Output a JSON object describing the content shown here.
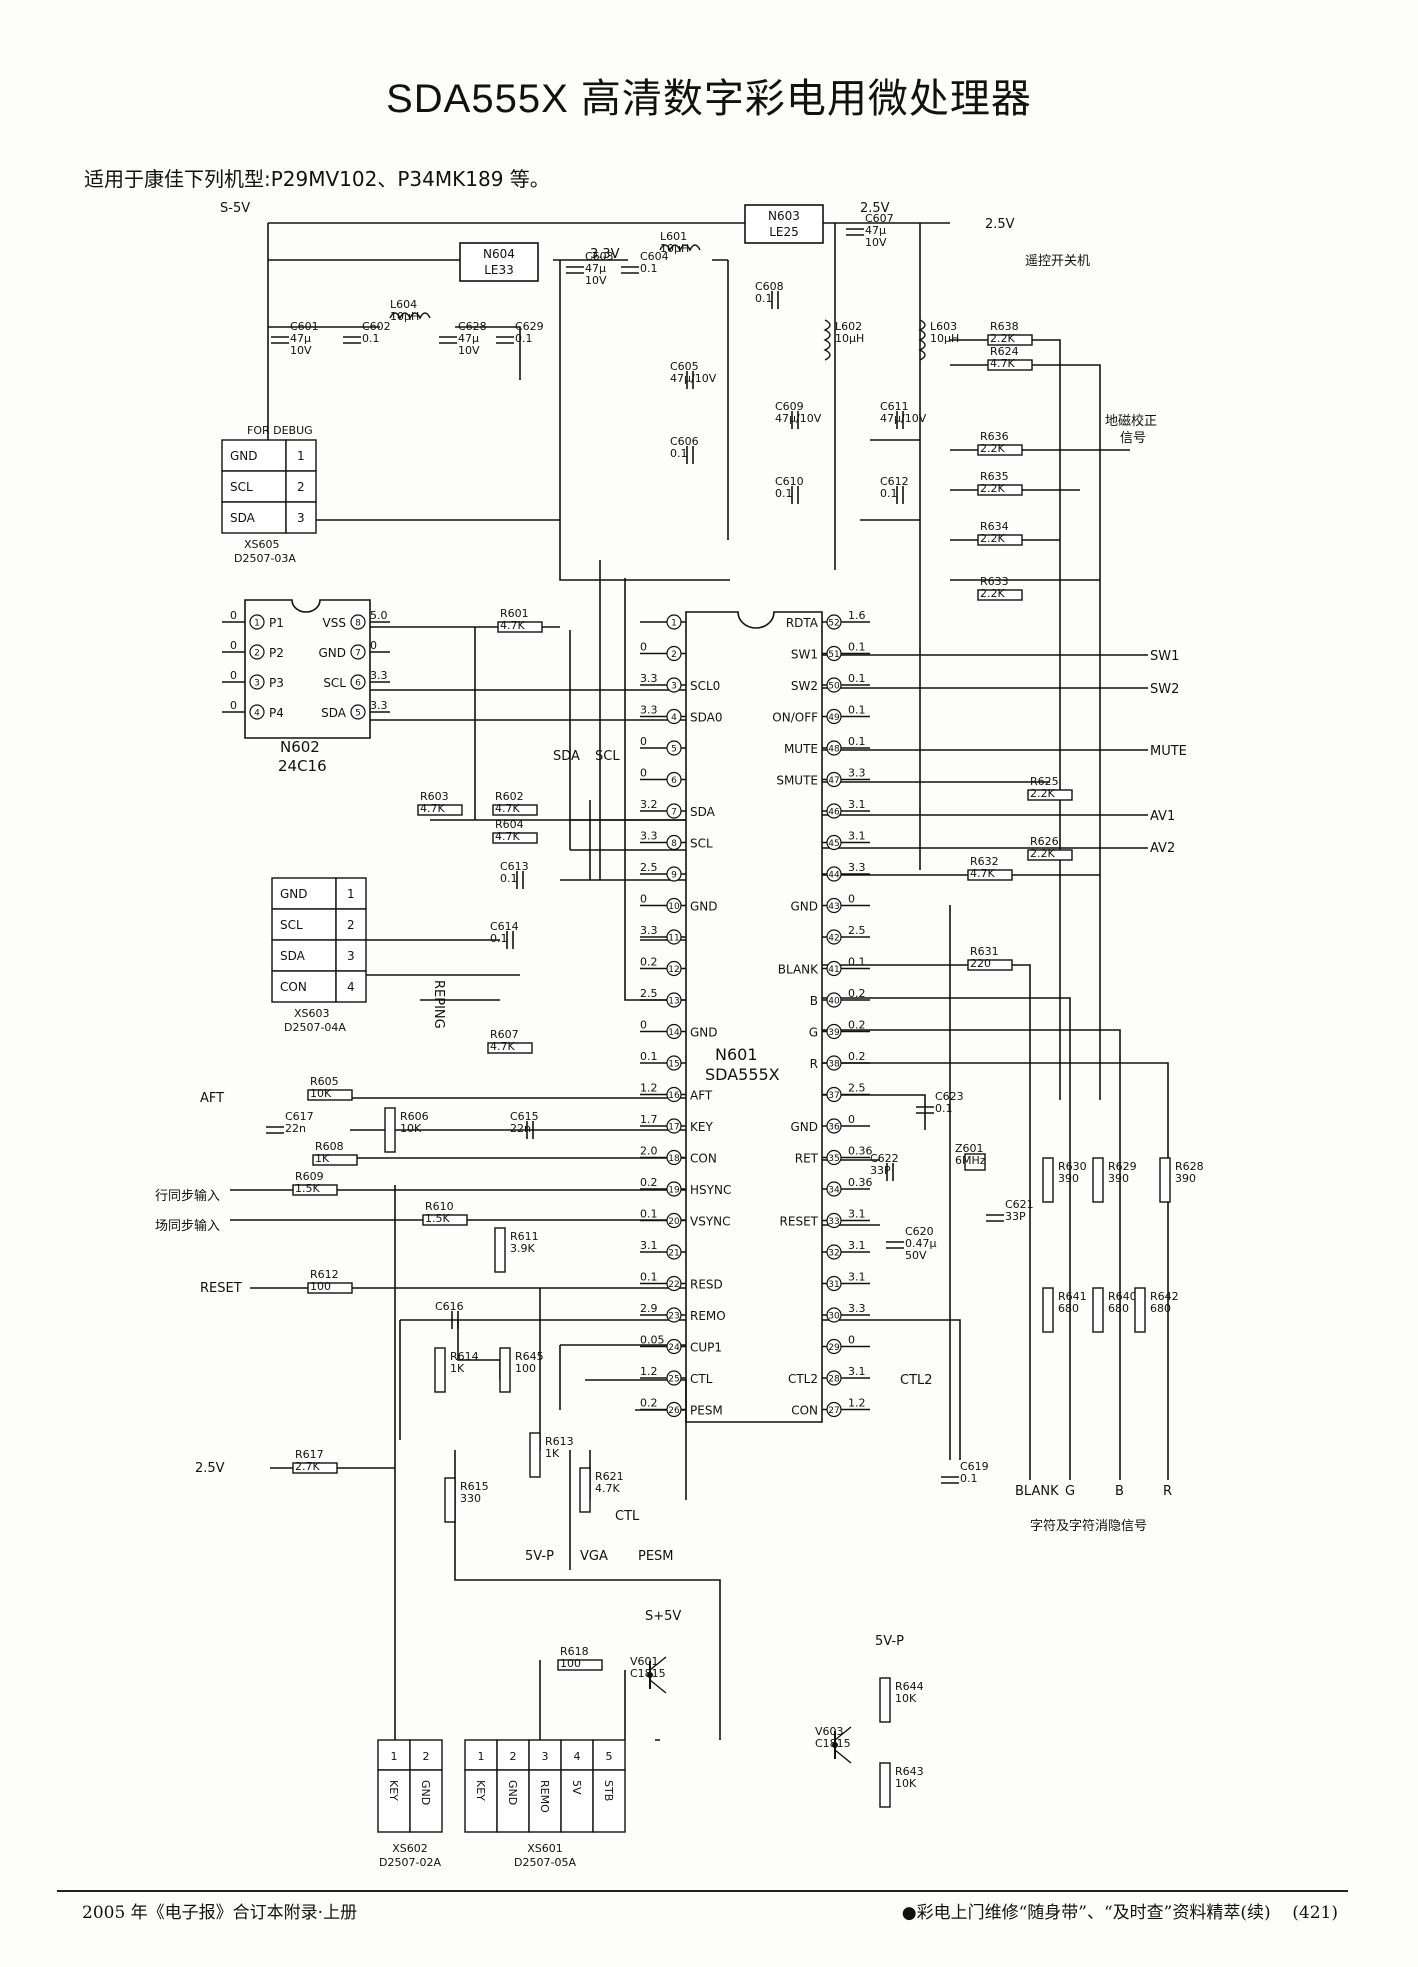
{
  "title": "SDA555X 高清数字彩电用微处理器",
  "subtitle": "适用于康佳下列机型:P29MV102、P34MK189 等。",
  "footer": {
    "left": "2005 年《电子报》合订本附录·上册",
    "right": "●彩电上门维修“随身带”、“及时查”资料精萃(续)",
    "page": "(421)"
  },
  "mcu": {
    "ref": "N601",
    "part": "SDA555X",
    "left_pins": [
      {
        "n": "1",
        "name": "",
        "v": ""
      },
      {
        "n": "2",
        "name": "",
        "v": "0"
      },
      {
        "n": "3",
        "name": "SCL0",
        "v": "3.3"
      },
      {
        "n": "4",
        "name": "SDA0",
        "v": "3.3"
      },
      {
        "n": "5",
        "name": "",
        "v": "0"
      },
      {
        "n": "6",
        "name": "",
        "v": "0"
      },
      {
        "n": "7",
        "name": "SDA",
        "v": "3.2"
      },
      {
        "n": "8",
        "name": "SCL",
        "v": "3.3"
      },
      {
        "n": "9",
        "name": "",
        "v": "2.5"
      },
      {
        "n": "10",
        "name": "GND",
        "v": "0"
      },
      {
        "n": "11",
        "name": "",
        "v": "3.3"
      },
      {
        "n": "12",
        "name": "",
        "v": "0.2"
      },
      {
        "n": "13",
        "name": "",
        "v": "2.5"
      },
      {
        "n": "14",
        "name": "GND",
        "v": "0"
      },
      {
        "n": "15",
        "name": "",
        "v": "0.1"
      },
      {
        "n": "16",
        "name": "AFT",
        "v": "1.2"
      },
      {
        "n": "17",
        "name": "KEY",
        "v": "1.7"
      },
      {
        "n": "18",
        "name": "CON",
        "v": "2.0"
      },
      {
        "n": "19",
        "name": "HSYNC",
        "v": "0.2"
      },
      {
        "n": "20",
        "name": "VSYNC",
        "v": "0.1"
      },
      {
        "n": "21",
        "name": "",
        "v": "3.1"
      },
      {
        "n": "22",
        "name": "RESD",
        "v": "0.1"
      },
      {
        "n": "23",
        "name": "REMO",
        "v": "2.9"
      },
      {
        "n": "24",
        "name": "CUP1",
        "v": "0.05"
      },
      {
        "n": "25",
        "name": "CTL",
        "v": "1.2"
      },
      {
        "n": "26",
        "name": "PESM",
        "v": "0.2"
      }
    ],
    "right_pins": [
      {
        "n": "52",
        "name": "RDTA",
        "v": "1.6"
      },
      {
        "n": "51",
        "name": "SW1",
        "v": "0.1"
      },
      {
        "n": "50",
        "name": "SW2",
        "v": "0.1"
      },
      {
        "n": "49",
        "name": "ON/OFF",
        "v": "0.1"
      },
      {
        "n": "48",
        "name": "MUTE",
        "v": "0.1"
      },
      {
        "n": "47",
        "name": "SMUTE",
        "v": "3.3"
      },
      {
        "n": "46",
        "name": "",
        "v": "3.1"
      },
      {
        "n": "45",
        "name": "",
        "v": "3.1"
      },
      {
        "n": "44",
        "name": "",
        "v": "3.3"
      },
      {
        "n": "43",
        "name": "GND",
        "v": "0"
      },
      {
        "n": "42",
        "name": "",
        "v": "2.5"
      },
      {
        "n": "41",
        "name": "BLANK",
        "v": "0.1"
      },
      {
        "n": "40",
        "name": "B",
        "v": "0.2"
      },
      {
        "n": "39",
        "name": "G",
        "v": "0.2"
      },
      {
        "n": "38",
        "name": "R",
        "v": "0.2"
      },
      {
        "n": "37",
        "name": "",
        "v": "2.5"
      },
      {
        "n": "36",
        "name": "GND",
        "v": "0"
      },
      {
        "n": "35",
        "name": "RET",
        "v": "0.36"
      },
      {
        "n": "34",
        "name": "",
        "v": "0.36"
      },
      {
        "n": "33",
        "name": "RESET",
        "v": "3.1"
      },
      {
        "n": "32",
        "name": "",
        "v": "3.1"
      },
      {
        "n": "31",
        "name": "",
        "v": "3.1"
      },
      {
        "n": "30",
        "name": "",
        "v": "3.3"
      },
      {
        "n": "29",
        "name": "",
        "v": "0"
      },
      {
        "n": "28",
        "name": "CTL2",
        "v": "3.1"
      },
      {
        "n": "27",
        "name": "CON",
        "v": "1.2"
      }
    ]
  },
  "eeprom": {
    "ref": "N602",
    "part": "24C16",
    "pins": [
      {
        "n": "1",
        "name": "P1",
        "v": "0"
      },
      {
        "n": "2",
        "name": "P2",
        "v": "0"
      },
      {
        "n": "3",
        "name": "P3",
        "v": "0"
      },
      {
        "n": "4",
        "name": "P4",
        "v": "0"
      },
      {
        "n": "8",
        "name": "VSS",
        "v": "5.0"
      },
      {
        "n": "7",
        "name": "GND",
        "v": "0"
      },
      {
        "n": "6",
        "name": "SCL",
        "v": "3.3"
      },
      {
        "n": "5",
        "name": "SDA",
        "v": "3.3"
      }
    ]
  },
  "regs": [
    {
      "ref": "N603",
      "part": "LE25"
    },
    {
      "ref": "N604",
      "part": "LE33"
    }
  ],
  "connectors": [
    {
      "title": "FOR DEBUG",
      "ref": "XS605",
      "part": "D2507-03A",
      "rows": [
        [
          "GND",
          "1"
        ],
        [
          "SCL",
          "2"
        ],
        [
          "SDA",
          "3"
        ]
      ]
    },
    {
      "ref": "XS603",
      "part": "D2507-04A",
      "rows": [
        [
          "GND",
          "1"
        ],
        [
          "SCL",
          "2"
        ],
        [
          "SDA",
          "3"
        ],
        [
          "CON",
          "4"
        ]
      ]
    },
    {
      "ref": "XS602",
      "part": "D2507-02A",
      "pins": [
        "1",
        "2"
      ],
      "names": [
        "KEY",
        "GND"
      ]
    },
    {
      "ref": "XS601",
      "part": "D2507-05A",
      "pins": [
        "1",
        "2",
        "3",
        "4",
        "5"
      ],
      "names": [
        "KEY",
        "GND",
        "REMO",
        "5V",
        "STB"
      ]
    }
  ],
  "components": [
    {
      "ref": "C601",
      "val": "47μ",
      "val2": "10V"
    },
    {
      "ref": "C602",
      "val": "0.1"
    },
    {
      "ref": "C628",
      "val": "47μ",
      "val2": "10V"
    },
    {
      "ref": "C629",
      "val": "0.1"
    },
    {
      "ref": "L604",
      "val": "10μH"
    },
    {
      "ref": "C603",
      "val": "47μ",
      "val2": "10V"
    },
    {
      "ref": "C604",
      "val": "0.1"
    },
    {
      "ref": "L601",
      "val": "10μH"
    },
    {
      "ref": "C607",
      "val": "47μ",
      "val2": "10V"
    },
    {
      "ref": "C608",
      "val": "0.1"
    },
    {
      "ref": "L602",
      "val": "10μH"
    },
    {
      "ref": "L603",
      "val": "10μH"
    },
    {
      "ref": "C605",
      "val": "47μ/10V"
    },
    {
      "ref": "C606",
      "val": "0.1"
    },
    {
      "ref": "C609",
      "val": "47μ/10V"
    },
    {
      "ref": "C611",
      "val": "47μ/10V"
    },
    {
      "ref": "C610",
      "val": "0.1"
    },
    {
      "ref": "C612",
      "val": "0.1"
    },
    {
      "ref": "R638",
      "val": "2.2K"
    },
    {
      "ref": "R624",
      "val": "4.7K"
    },
    {
      "ref": "R636",
      "val": "2.2K"
    },
    {
      "ref": "R635",
      "val": "2.2K"
    },
    {
      "ref": "R634",
      "val": "2.2K"
    },
    {
      "ref": "R633",
      "val": "2.2K"
    },
    {
      "ref": "R601",
      "val": "4.7K"
    },
    {
      "ref": "R603",
      "val": "4.7K"
    },
    {
      "ref": "R602",
      "val": "4.7K"
    },
    {
      "ref": "R604",
      "val": "4.7K"
    },
    {
      "ref": "C613",
      "val": "0.1"
    },
    {
      "ref": "C614",
      "val": "0.1"
    },
    {
      "ref": "R607",
      "val": "4.7K"
    },
    {
      "ref": "R605",
      "val": "10K"
    },
    {
      "ref": "C617",
      "val": "22n"
    },
    {
      "ref": "R606",
      "val": "10K"
    },
    {
      "ref": "R608",
      "val": "1K"
    },
    {
      "ref": "C615",
      "val": "22n"
    },
    {
      "ref": "R609",
      "val": "1.5K"
    },
    {
      "ref": "R610",
      "val": "1.5K"
    },
    {
      "ref": "R611",
      "val": "3.9K"
    },
    {
      "ref": "R612",
      "val": "100"
    },
    {
      "ref": "C616",
      "val": ""
    },
    {
      "ref": "R614",
      "val": "1K"
    },
    {
      "ref": "R645",
      "val": "100"
    },
    {
      "ref": "R617",
      "val": "2.7K"
    },
    {
      "ref": "R613",
      "val": "1K"
    },
    {
      "ref": "R621",
      "val": "4.7K"
    },
    {
      "ref": "R615",
      "val": "330"
    },
    {
      "ref": "R625",
      "val": "2.2K"
    },
    {
      "ref": "R626",
      "val": "2.2K"
    },
    {
      "ref": "R632",
      "val": "4.7K"
    },
    {
      "ref": "R631",
      "val": "220"
    },
    {
      "ref": "C623",
      "val": "0.1"
    },
    {
      "ref": "Z601",
      "val": "6MHz"
    },
    {
      "ref": "C622",
      "val": "33P"
    },
    {
      "ref": "C621",
      "val": "33P"
    },
    {
      "ref": "C620",
      "val": "0.47μ",
      "val2": "50V"
    },
    {
      "ref": "C619",
      "val": "0.1"
    },
    {
      "ref": "R630",
      "val": "390"
    },
    {
      "ref": "R629",
      "val": "390"
    },
    {
      "ref": "R628",
      "val": "390"
    },
    {
      "ref": "R641",
      "val": "680"
    },
    {
      "ref": "R640",
      "val": "680"
    },
    {
      "ref": "R642",
      "val": "680"
    },
    {
      "ref": "R618",
      "val": "100"
    },
    {
      "ref": "V601",
      "val": "C1815"
    },
    {
      "ref": "V603",
      "val": "C1815"
    },
    {
      "ref": "R644",
      "val": "10K"
    },
    {
      "ref": "R643",
      "val": "10K"
    }
  ],
  "nets": {
    "s5v": "S-5V",
    "v25": "2.5V",
    "v25b": "2.5V",
    "v33": "3.3V",
    "remote": "遥控开关机",
    "geo": "地磁校正",
    "geo2": "信号",
    "sw1": "SW1",
    "sw2": "SW2",
    "mute": "MUTE",
    "av1": "AV1",
    "av2": "AV2",
    "sda": "SDA",
    "scl": "SCL",
    "reping": "REPING",
    "aft": "AFT",
    "hsync_in": "行同步输入",
    "vsync_in": "场同步输入",
    "reset": "RESET",
    "v25in": "2.5V",
    "v5p": "5V-P",
    "vga": "VGA",
    "ctl": "CTL",
    "pesm": "PESM",
    "ctl2": "CTL2",
    "sp5v": "S+5V",
    "v5p2": "5V-P",
    "blank": "BLANK",
    "g": "G",
    "b": "B",
    "r": "R",
    "osd": "字符及字符消隐信号"
  }
}
